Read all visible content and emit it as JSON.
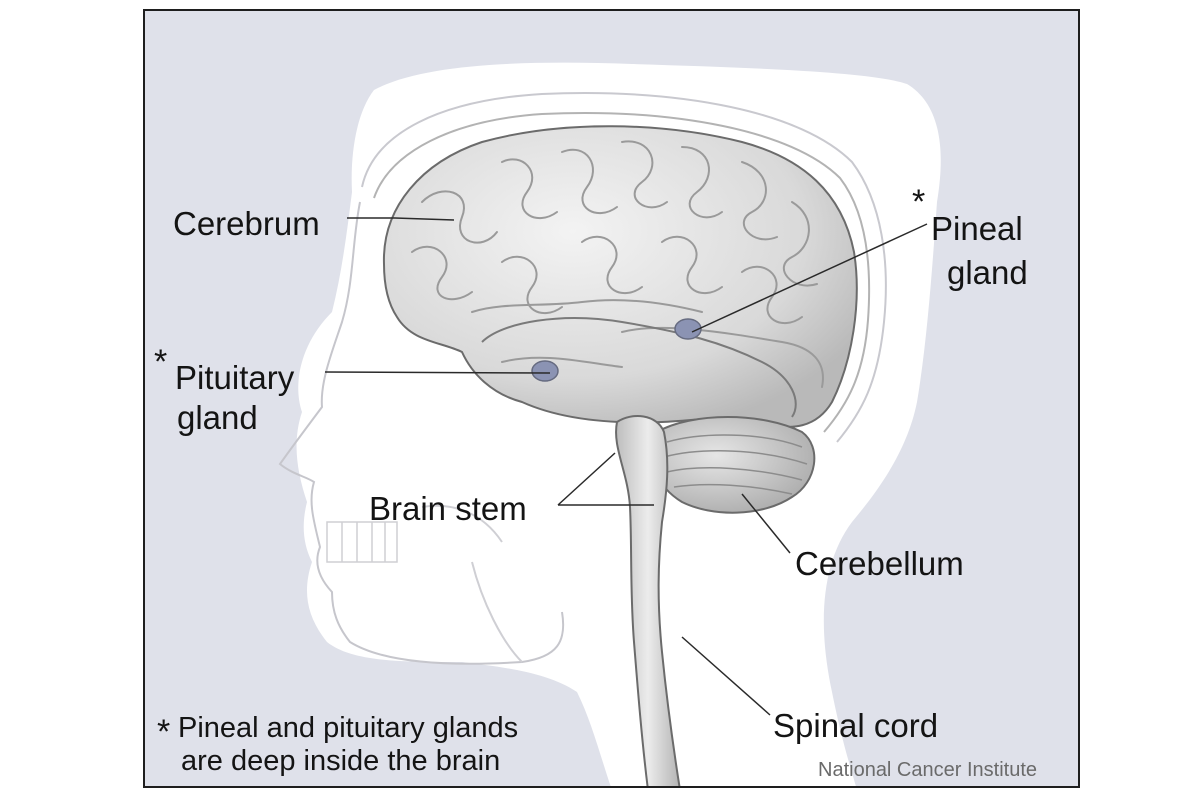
{
  "diagram": {
    "labels": {
      "cerebrum": "Cerebrum",
      "pineal_star": "*",
      "pineal_line1": "Pineal",
      "pineal_line2": "gland",
      "pituitary_star": "*",
      "pituitary_line1": "Pituitary",
      "pituitary_line2": "gland",
      "brain_stem": "Brain stem",
      "cerebellum": "Cerebellum",
      "spinal_cord": "Spinal cord"
    },
    "footnote": {
      "star": "*",
      "line1": "Pineal and pituitary glands",
      "line2": "are deep inside the brain"
    },
    "credit": "National Cancer Institute",
    "colors": {
      "background": "#dfe1ea",
      "head_silhouette": "#ffffff",
      "brain": "#e0e0e0",
      "gland": "#8b93b3",
      "leader_line": "#2a2a2a"
    }
  }
}
